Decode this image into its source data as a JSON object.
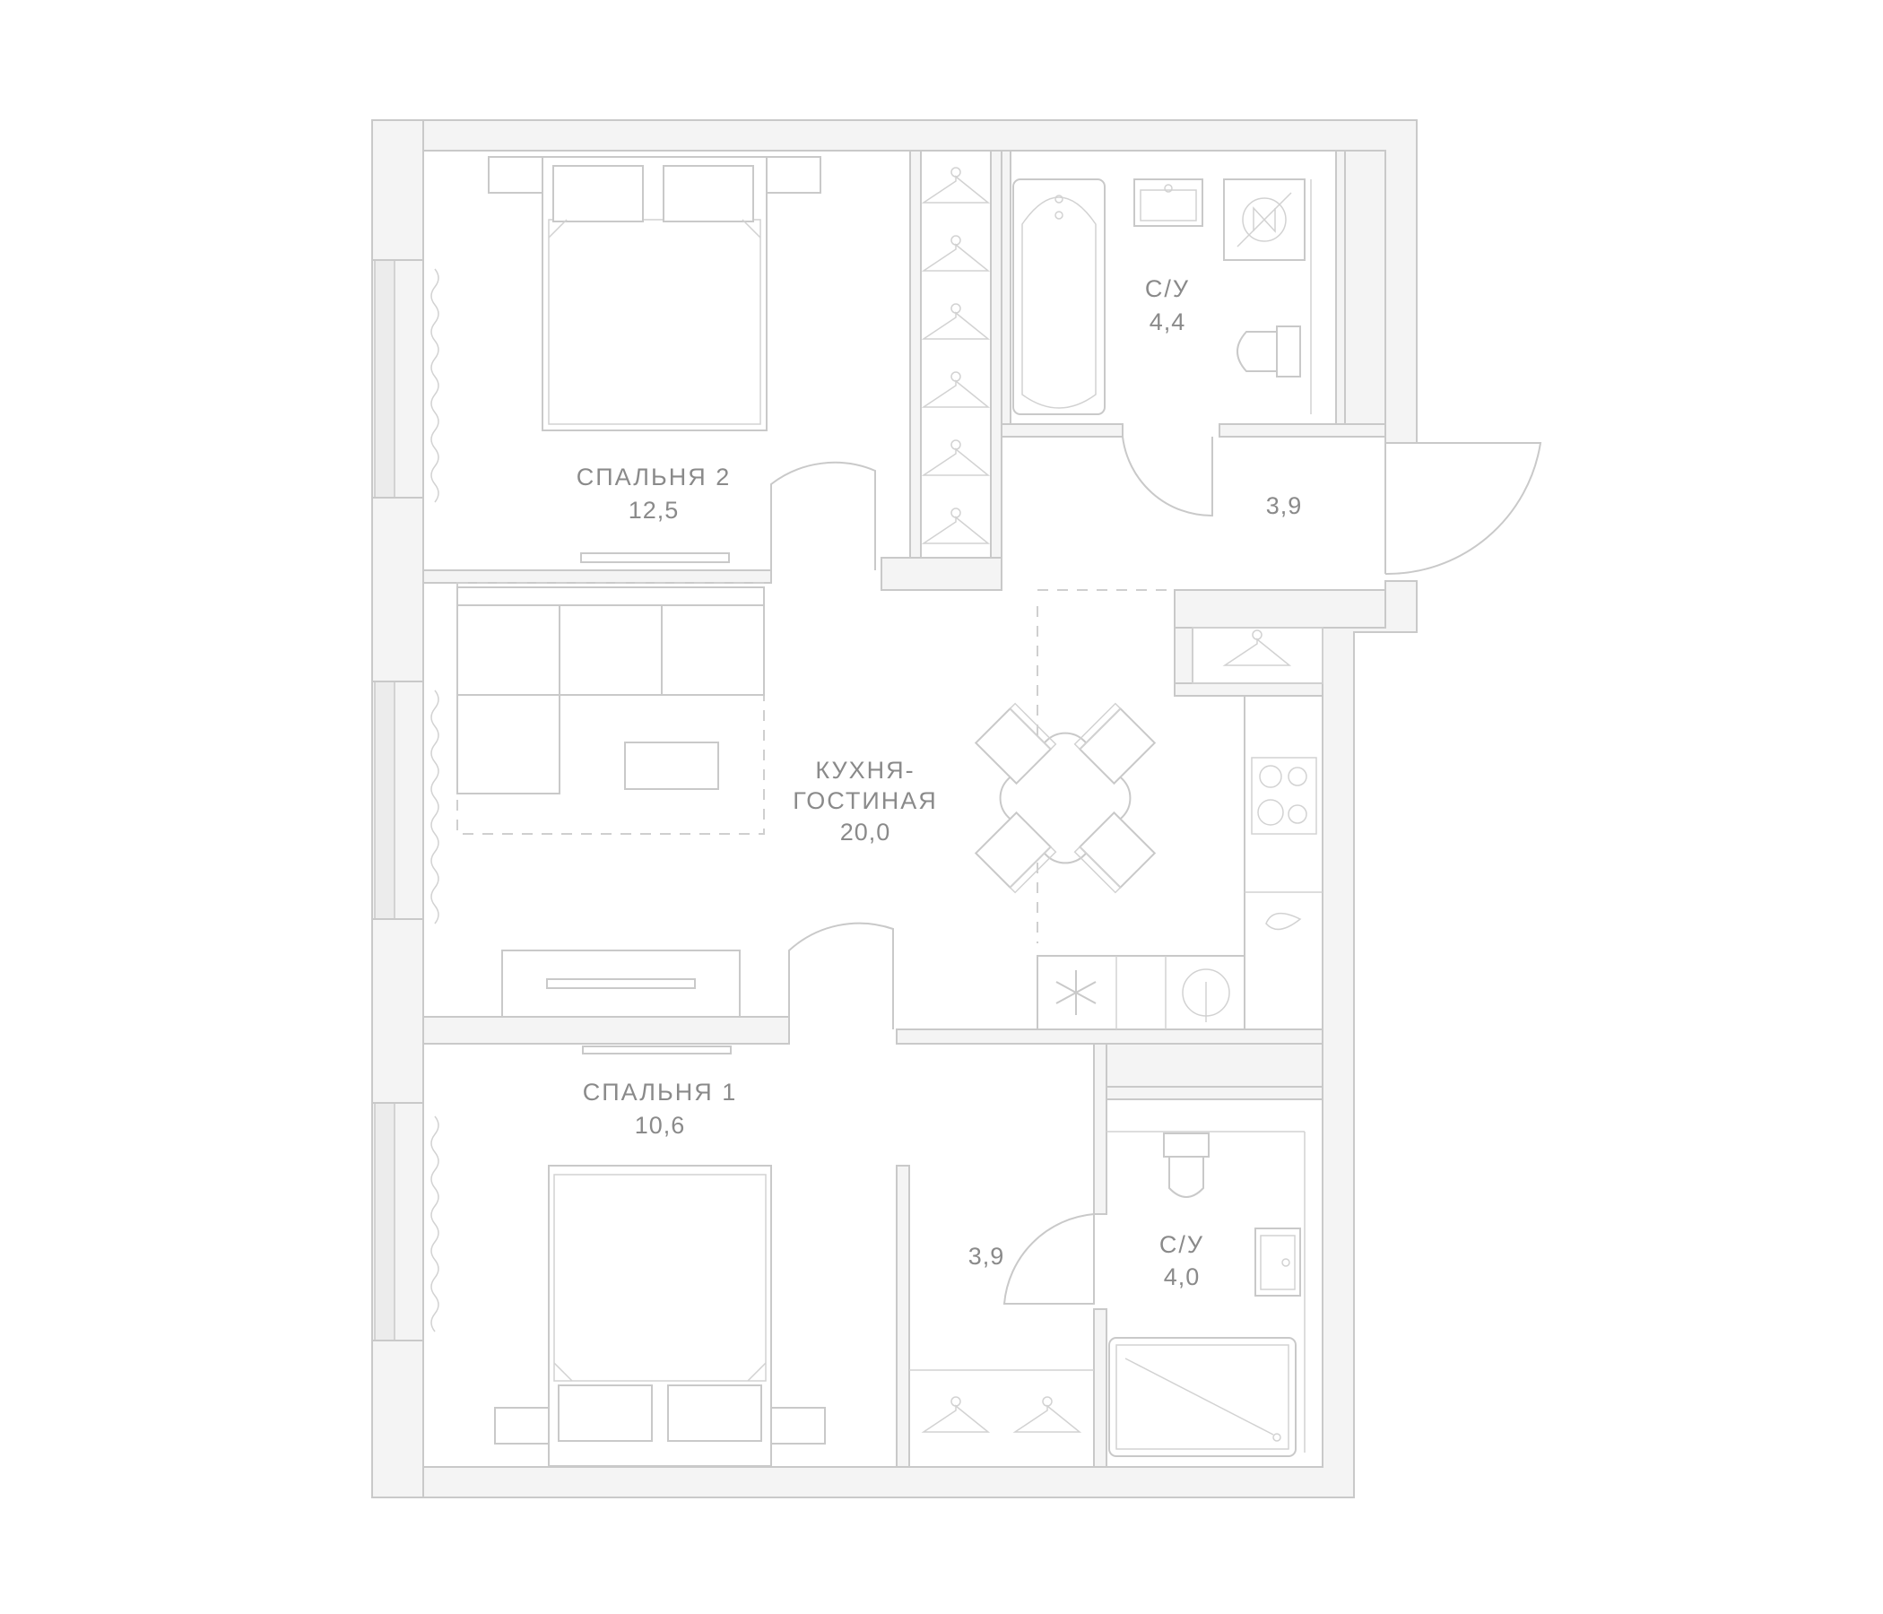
{
  "rooms": {
    "bedroom2": {
      "name": "СПАЛЬНЯ 2",
      "area": "12,5"
    },
    "bathroom_top": {
      "name": "С/У",
      "area": "4,4"
    },
    "hall": {
      "area": "3,9"
    },
    "kitchen_living": {
      "name_line1": "КУХНЯ-",
      "name_line2": "ГОСТИНАЯ",
      "area": "20,0"
    },
    "bedroom1": {
      "name": "СПАЛЬНЯ 1",
      "area": "10,6"
    },
    "corridor": {
      "area": "3,9"
    },
    "bathroom_bottom": {
      "name": "С/У",
      "area": "4,0"
    }
  },
  "colors": {
    "wall_fill": "#f4f4f4",
    "line": "#c9c9c9",
    "text": "#8a8a8a"
  }
}
